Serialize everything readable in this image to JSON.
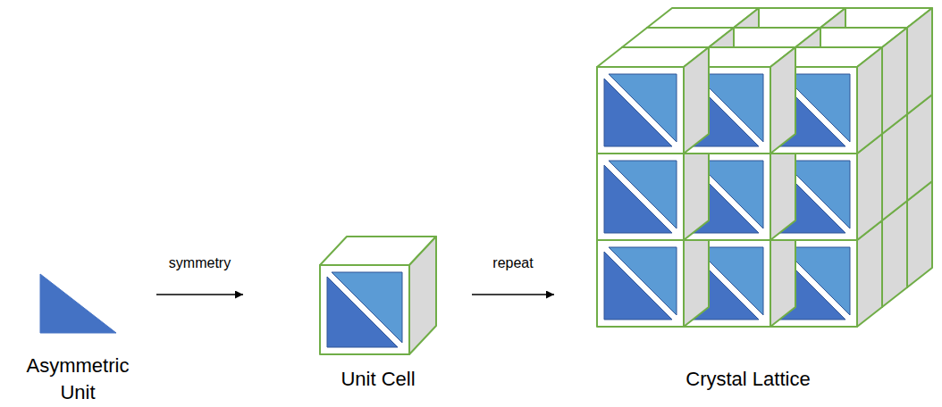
{
  "diagram": {
    "nodes": [
      {
        "text": [
          "Asymmetric Unit"
        ]
      },
      {
        "text": [
          "Unit Cell"
        ]
      },
      {
        "text": [
          "Crystal Lattice"
        ]
      }
    ],
    "edges": [
      {
        "from": 0,
        "to": 1,
        "label": "symmetry",
        "arrow": "to"
      },
      {
        "from": 1,
        "to": 2,
        "label": "repeat",
        "arrow": "to"
      }
    ]
  }
}
